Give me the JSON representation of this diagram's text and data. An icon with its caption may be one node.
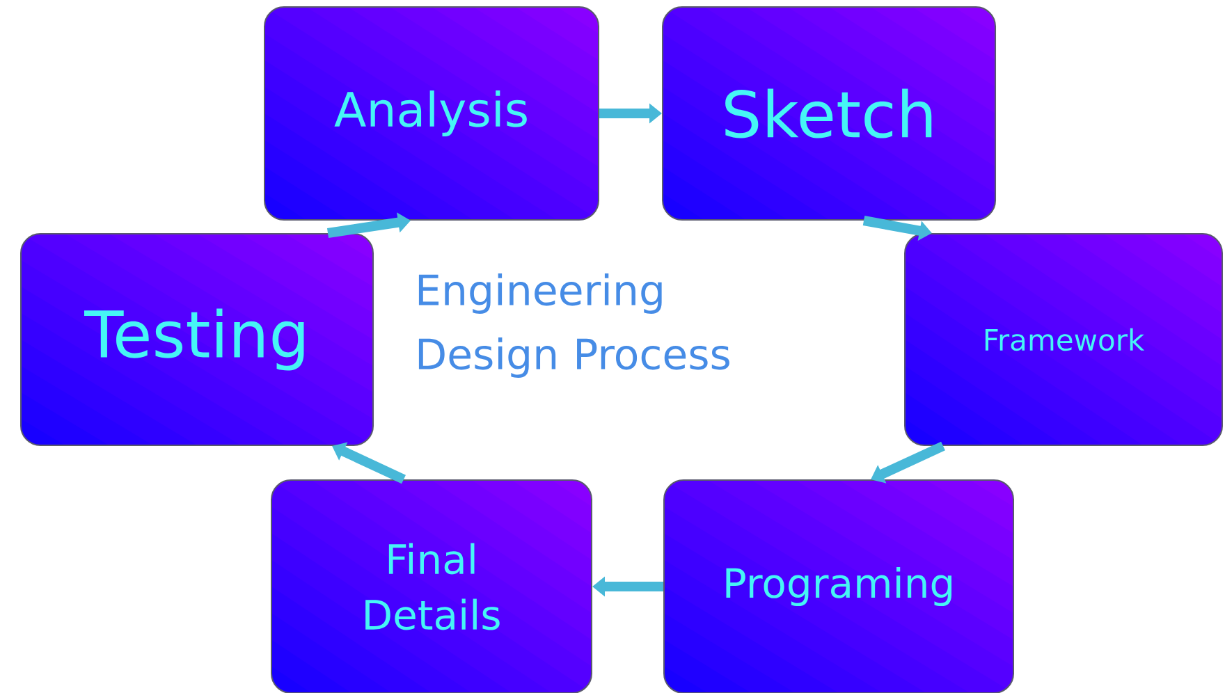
{
  "diagram": {
    "title": "Engineering Design Process",
    "nodes": [
      {
        "text": [
          "Analysis"
        ]
      },
      {
        "text": [
          "Sketch"
        ]
      },
      {
        "text": [
          "Framework"
        ]
      },
      {
        "text": [
          "Programing"
        ]
      },
      {
        "text": [
          "Final Details"
        ]
      },
      {
        "text": [
          "Testing"
        ]
      }
    ],
    "edges": [
      {
        "from": 0,
        "to": 1,
        "arrow": "to"
      },
      {
        "from": 1,
        "to": 2,
        "arrow": "to"
      },
      {
        "from": 2,
        "to": 3,
        "arrow": "to"
      },
      {
        "from": 3,
        "to": 4,
        "arrow": "to"
      },
      {
        "from": 4,
        "to": 5,
        "arrow": "to"
      },
      {
        "from": 5,
        "to": 0,
        "arrow": "to"
      }
    ]
  }
}
